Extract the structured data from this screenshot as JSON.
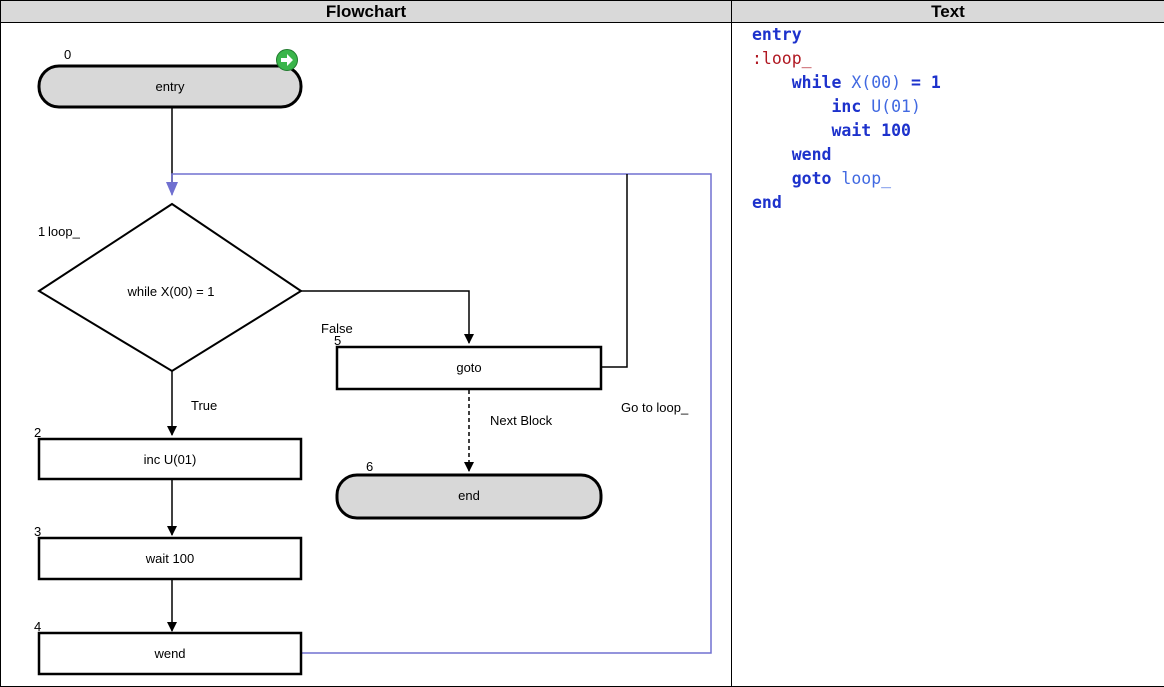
{
  "headers": {
    "flowchart": "Flowchart",
    "text": "Text"
  },
  "flowchart": {
    "block_numbers": [
      "0",
      "1",
      "2",
      "3",
      "4",
      "5",
      "6"
    ],
    "nodes": {
      "entry": "entry",
      "while": "while X(00) = 1",
      "inc": "inc U(01)",
      "wait": "wait 100",
      "wend": "wend",
      "goto": "goto",
      "end": "end"
    },
    "label_loop": "loop_",
    "edge_labels": {
      "true": "True",
      "false": "False",
      "next_block": "Next Block",
      "go_to_loop": "Go to loop_"
    },
    "colors": {
      "loop_edge": "#7070d0",
      "terminal_fill": "#d8d8d8",
      "start_icon": "#3ab54a"
    },
    "icons": {
      "start": "green-arrow-start-icon"
    }
  },
  "code": {
    "lines": [
      {
        "indent": "",
        "tokens": [
          {
            "t": "entry",
            "c": "kw"
          }
        ]
      },
      {
        "indent": "",
        "tokens": [
          {
            "t": ":loop_",
            "c": "lbl"
          }
        ]
      },
      {
        "indent": "    ",
        "tokens": [
          {
            "t": "while ",
            "c": "kw"
          },
          {
            "t": "X(00)",
            "c": "reg"
          },
          {
            "t": " = ",
            "c": "op"
          },
          {
            "t": "1",
            "c": "kw"
          }
        ]
      },
      {
        "indent": "        ",
        "tokens": [
          {
            "t": "inc ",
            "c": "kw"
          },
          {
            "t": "U(01)",
            "c": "reg"
          }
        ]
      },
      {
        "indent": "        ",
        "tokens": [
          {
            "t": "wait 100",
            "c": "kw"
          }
        ]
      },
      {
        "indent": "    ",
        "tokens": [
          {
            "t": "wend",
            "c": "kw"
          }
        ]
      },
      {
        "indent": "    ",
        "tokens": [
          {
            "t": "goto ",
            "c": "kw"
          },
          {
            "t": "loop_",
            "c": "reg"
          }
        ]
      },
      {
        "indent": "",
        "tokens": [
          {
            "t": "end",
            "c": "kw"
          }
        ]
      }
    ]
  }
}
